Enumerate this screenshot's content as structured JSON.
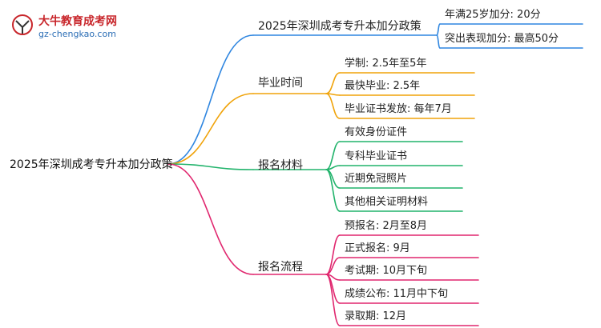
{
  "logo": {
    "name": "大牛教育成考网",
    "url": "gz-chengkao.com"
  },
  "mindmap": {
    "root": "2025年深圳成考专升本加分政策",
    "branches": [
      {
        "label": "2025年深圳成考专升本加分政策",
        "color": "#2f86e0",
        "leaves": [
          "年满25岁加分: 20分",
          "突出表现加分: 最高50分"
        ]
      },
      {
        "label": "毕业时间",
        "color": "#f0a30a",
        "leaves": [
          "学制: 2.5年至5年",
          "最快毕业: 2.5年",
          "毕业证书发放: 每年7月"
        ]
      },
      {
        "label": "报名材料",
        "color": "#21b36b",
        "leaves": [
          "有效身份证件",
          "专科毕业证书",
          "近期免冠照片",
          "其他相关证明材料"
        ]
      },
      {
        "label": "报名流程",
        "color": "#e0266e",
        "leaves": [
          "预报名: 2月至8月",
          "正式报名: 9月",
          "考试期: 10月下旬",
          "成绩公布: 11月中下旬",
          "录取期: 12月"
        ]
      }
    ]
  }
}
